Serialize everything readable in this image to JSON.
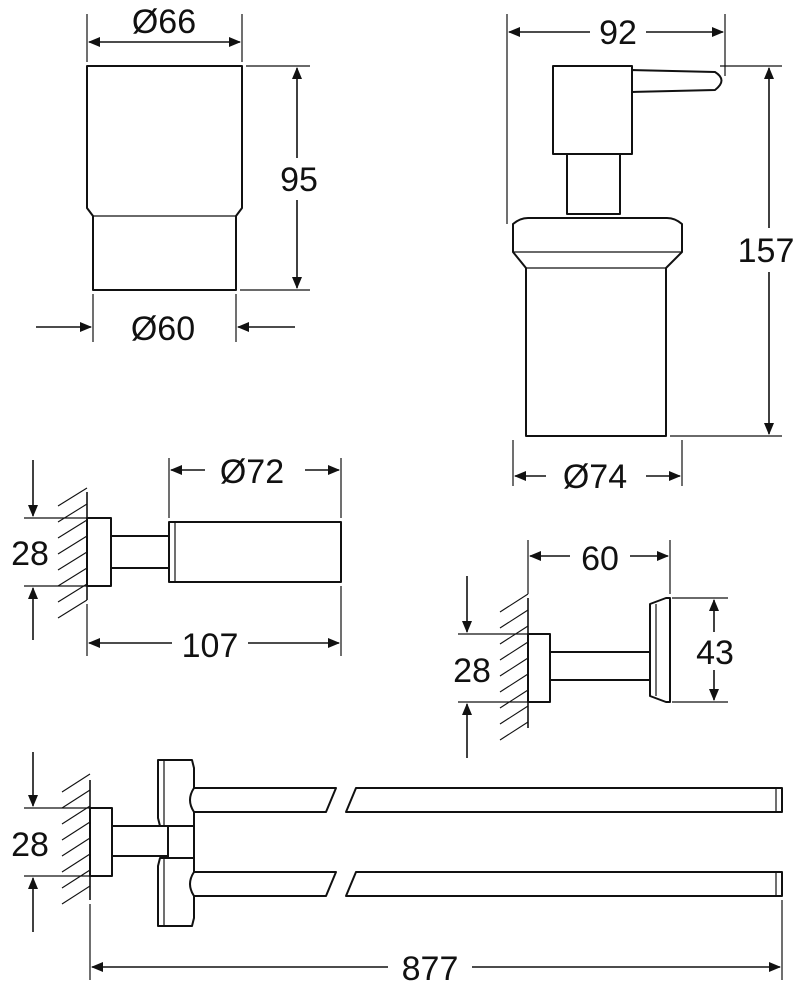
{
  "drawing": {
    "tumbler": {
      "top_diameter": "Ø66",
      "height": "95",
      "bottom_diameter": "Ø60"
    },
    "soap_dispenser": {
      "width": "92",
      "height": "157",
      "diameter": "Ø74"
    },
    "tumbler_holder": {
      "rosette_height": "28",
      "ring_diameter": "Ø72",
      "projection": "107"
    },
    "robe_hook": {
      "projection": "60",
      "rosette_height": "28",
      "hook_height": "43"
    },
    "towel_holder": {
      "rosette_height": "28",
      "length": "877"
    }
  }
}
